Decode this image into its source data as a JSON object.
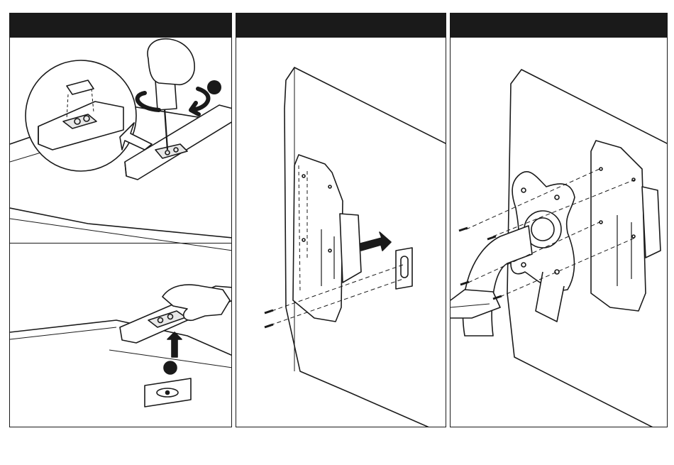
{
  "panels": [
    {
      "header": "",
      "steps": [
        "remove-cap",
        "press-cap"
      ]
    },
    {
      "header": "",
      "steps": [
        "attach-plate"
      ]
    },
    {
      "header": "",
      "steps": [
        "attach-arm"
      ]
    }
  ],
  "colors": {
    "ink": "#1a1a1a",
    "paper": "#ffffff",
    "shade": "#e8e8e8"
  },
  "icons": [
    "screwdriver-icon",
    "rotate-arrow-icon",
    "push-arrow-icon",
    "up-arrow-icon",
    "screw-icon"
  ]
}
